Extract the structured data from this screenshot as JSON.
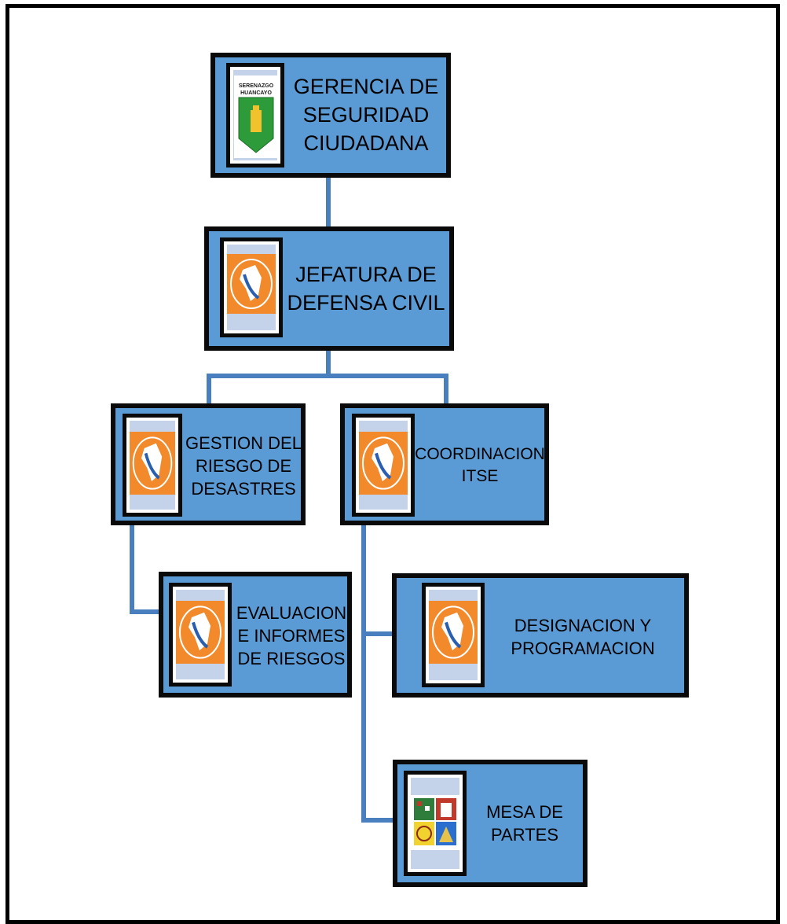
{
  "colors": {
    "box_fill": "#5b9bd5",
    "box_border": "#0a0a0a",
    "connector": "#4a7fbf",
    "logo_bg": "#c5d3ea",
    "civil_defense_orange": "#f28a2c",
    "serenazgo_green": "#2e9b3a"
  },
  "nodes": {
    "gerencia": {
      "lines": [
        "GERENCIA DE",
        "SEGURIDAD",
        "CIUDADANA"
      ],
      "icon": "serenazgo-huancayo-logo",
      "logo_text": [
        "SERENAZGO",
        "HUANCAYO"
      ]
    },
    "jefatura": {
      "lines": [
        "JEFATURA DE",
        "DEFENSA CIVIL"
      ],
      "icon": "defensa-civil-logo"
    },
    "gestion": {
      "lines": [
        "GESTION DEL",
        "RIESGO DE",
        "DESASTRES"
      ],
      "icon": "defensa-civil-logo"
    },
    "coordinacion": {
      "lines": [
        "COORDINACION",
        "ITSE"
      ],
      "icon": "defensa-civil-logo"
    },
    "evaluacion": {
      "lines": [
        "EVALUACION",
        "E INFORMES",
        "DE RIESGOS"
      ],
      "icon": "defensa-civil-logo"
    },
    "designacion": {
      "lines": [
        "DESIGNACION Y",
        "PROGRAMACION"
      ],
      "icon": "defensa-civil-logo"
    },
    "mesa": {
      "lines": [
        "MESA DE",
        "PARTES"
      ],
      "icon": "coat-of-arms-logo"
    }
  }
}
